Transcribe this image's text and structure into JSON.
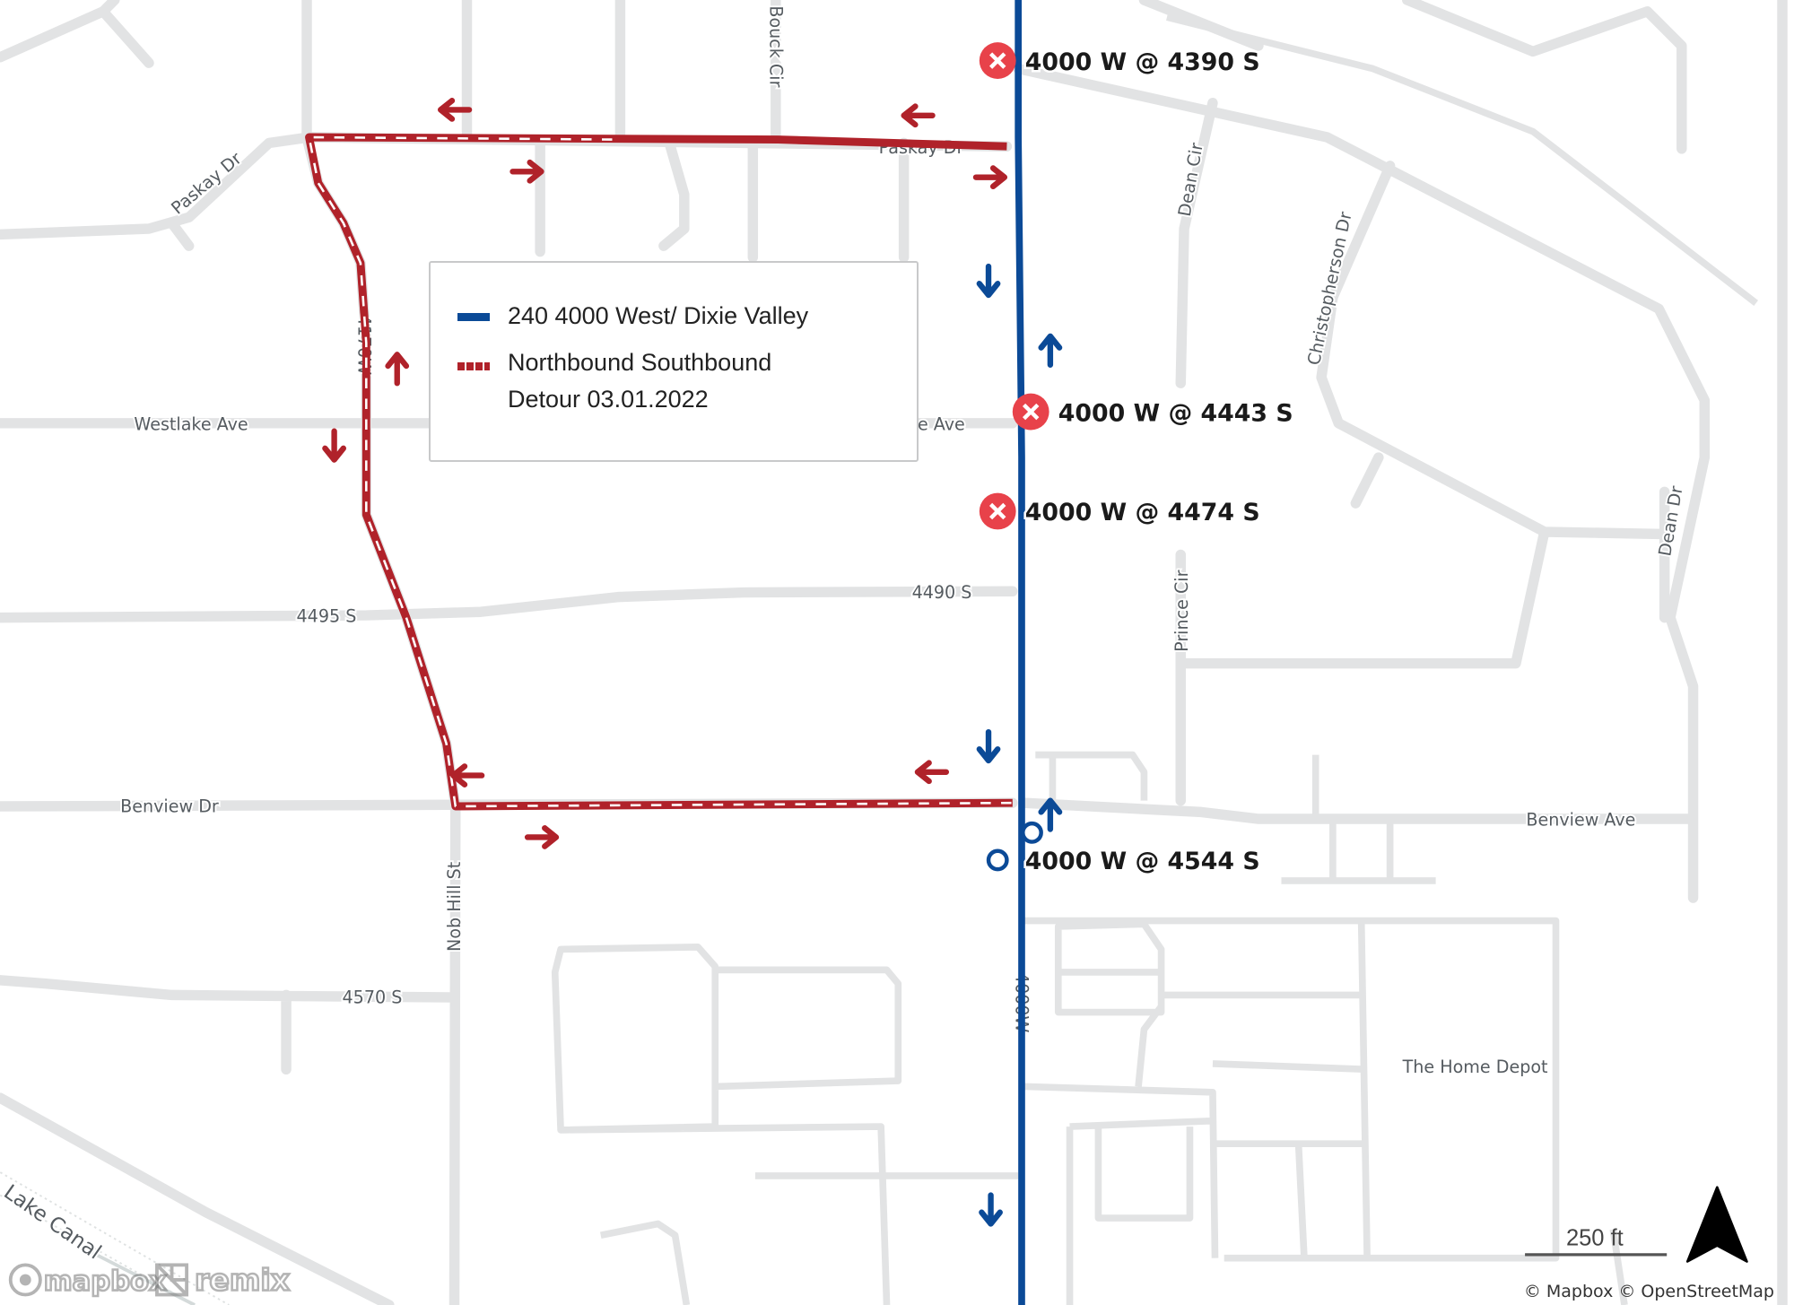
{
  "legend": {
    "items": [
      {
        "label": "240 4000 West/ Dixie Valley",
        "color": "#0b4a97",
        "style": "solid"
      },
      {
        "label": "Northbound Southbound",
        "label2": "Detour 03.01.2022",
        "color": "#b0222a",
        "style": "dashed"
      }
    ]
  },
  "streets": {
    "paskay_left": "Paskay Dr",
    "paskay_right": "Paskay Dr",
    "bouck": "Bouck Cir",
    "dean_cir": "Dean Cir",
    "christopherson": "Christopherson Dr",
    "w4170": "4170W",
    "westlake_left": "Westlake Ave",
    "westlake_right": "e Ave",
    "dean_dr": "Dean Dr",
    "s4495": "4495 S",
    "s4490": "4490 S",
    "prince": "Prince Cir",
    "benview_dr": "Benview Dr",
    "benview_ave": "Benview Ave",
    "nob_hill": "Nob Hill St",
    "s4570": "4570 S",
    "w4000": "4000W",
    "home_depot": "The Home Depot",
    "canal": "Lake Canal"
  },
  "stops": [
    {
      "label": "4000 W @ 4390 S",
      "status": "closed",
      "icon": "x-circle-icon"
    },
    {
      "label": "4000 W @ 4443 S",
      "status": "closed",
      "icon": "x-circle-icon"
    },
    {
      "label": "4000 W @ 4474 S",
      "status": "closed",
      "icon": "x-circle-icon"
    },
    {
      "label": "4000 W @ 4544 S",
      "status": "open",
      "icon": "open-circle-icon"
    }
  ],
  "colors": {
    "route": "#0b4a97",
    "detour": "#b0222a",
    "closed_stop": "#e8424a",
    "road": "#e2e3e4"
  },
  "scale": "250 ft",
  "north_arrow": "north-arrow-icon",
  "attribution": "© Mapbox © OpenStreetMap",
  "logos": [
    "mapbox",
    "remix"
  ]
}
